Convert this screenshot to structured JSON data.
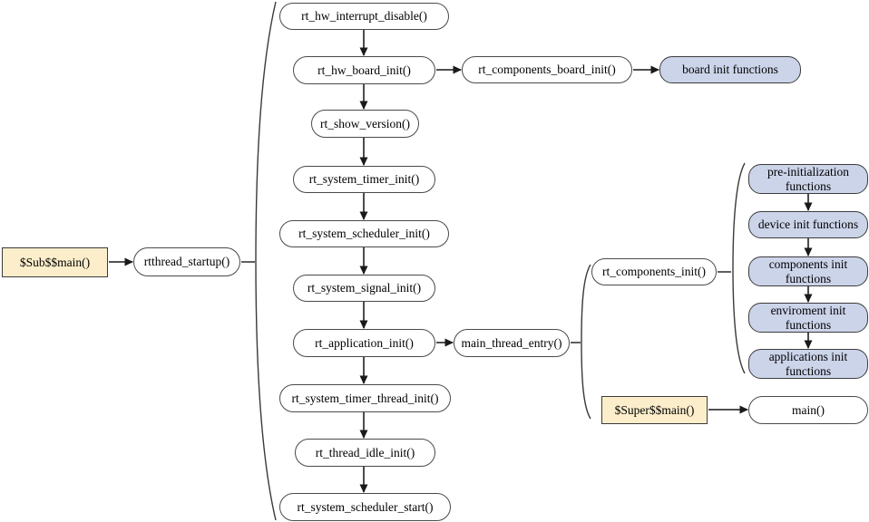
{
  "colors": {
    "background": "#ffffff",
    "node_fill_white": "#ffffff",
    "node_fill_blue": "#ccd4ea",
    "node_fill_tan": "#fceecb",
    "border": "#3c3c3c",
    "arrow": "#383838"
  },
  "nodes": {
    "sub_main": {
      "label": "$Sub$$main()"
    },
    "rtthread_startup": {
      "label": "rtthread_startup()"
    },
    "hw_interrupt_disable": {
      "label": "rt_hw_interrupt_disable()"
    },
    "hw_board_init": {
      "label": "rt_hw_board_init()"
    },
    "components_board_init": {
      "label": "rt_components_board_init()"
    },
    "board_init_functions": {
      "label": "board init functions"
    },
    "show_version": {
      "label": "rt_show_version()"
    },
    "system_timer_init": {
      "label": "rt_system_timer_init()"
    },
    "system_scheduler_init": {
      "label": "rt_system_scheduler_init()"
    },
    "system_signal_init": {
      "label": "rt_system_signal_init()"
    },
    "application_init": {
      "label": "rt_application_init()"
    },
    "main_thread_entry": {
      "label": "main_thread_entry()"
    },
    "system_timer_thread_init": {
      "label": "rt_system_timer_thread_init()"
    },
    "thread_idle_init": {
      "label": "rt_thread_idle_init()"
    },
    "system_scheduler_start": {
      "label": "rt_system_scheduler_start()"
    },
    "components_init": {
      "label": "rt_components_init()"
    },
    "super_main": {
      "label": "$Super$$main()"
    },
    "main": {
      "label": "main()"
    },
    "pre_initialization_functions": {
      "label": "pre-initialization functions"
    },
    "device_init_functions": {
      "label": "device init functions"
    },
    "components_init_functions": {
      "label": "components init functions"
    },
    "enviroment_init_functions": {
      "label": "enviroment init functions"
    },
    "applications_init_functions": {
      "label": "applications init functions"
    }
  }
}
